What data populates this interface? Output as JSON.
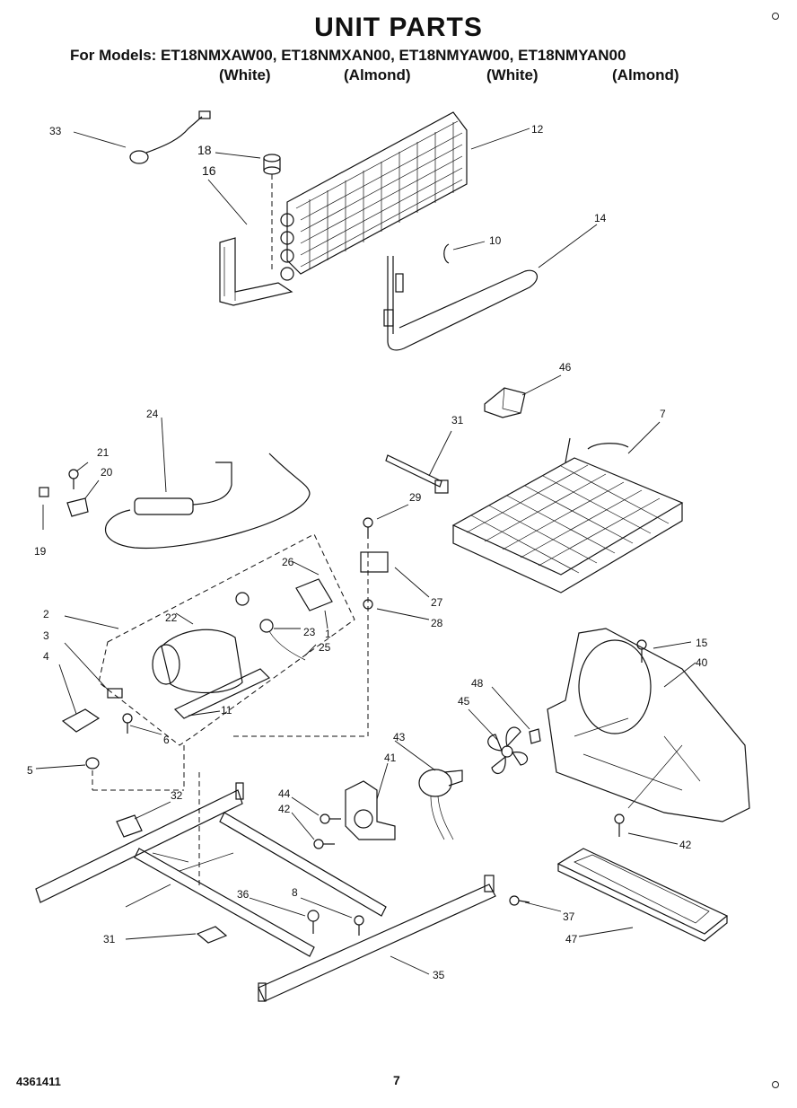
{
  "header": {
    "title": "UNIT PARTS",
    "models": "For Models: ET18NMXAW00, ET18NMXAN00, ET18NMYAW00, ET18NMYAN00",
    "colors": [
      "(White)",
      "(Almond)",
      "(White)",
      "(Almond)"
    ]
  },
  "footer": {
    "doc_number": "4361411",
    "page": "7"
  },
  "callouts": {
    "c33": "33",
    "c18": "18",
    "c16": "16",
    "c12": "12",
    "c10": "10",
    "c14": "14",
    "c46": "46",
    "c24": "24",
    "c31a": "31",
    "c7": "7",
    "c21": "21",
    "c20": "20",
    "c19": "19",
    "c29": "29",
    "c26": "26",
    "c27": "27",
    "c28": "28",
    "c2": "2",
    "c22": "22",
    "c23": "23",
    "c25": "25",
    "c1": "1",
    "c3": "3",
    "c4": "4",
    "c11": "11",
    "c6": "6",
    "c5": "5",
    "c15": "15",
    "c40": "40",
    "c48": "48",
    "c45": "45",
    "c43": "43",
    "c41": "41",
    "c44": "44",
    "c42a": "42",
    "c32": "32",
    "c42b": "42",
    "c36": "36",
    "c8": "8",
    "c37": "37",
    "c31b": "31",
    "c47": "47",
    "c35": "35"
  }
}
